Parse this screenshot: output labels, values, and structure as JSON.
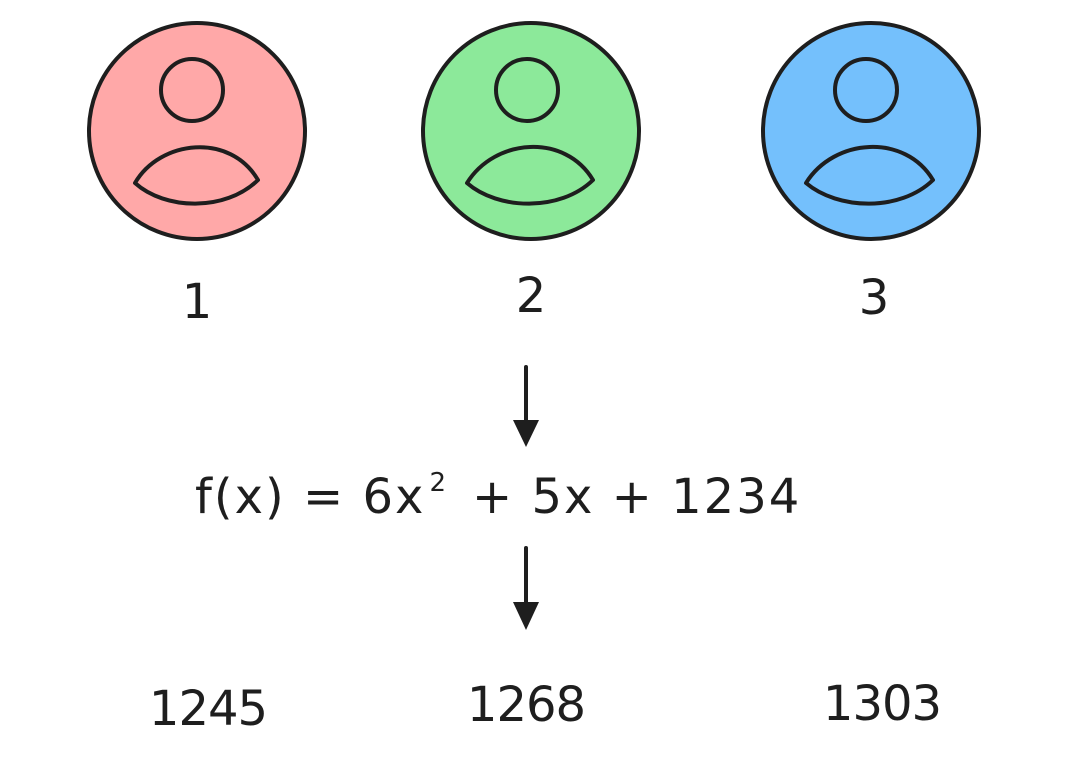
{
  "users": [
    {
      "label": "1",
      "color": "#ffa8a8",
      "icon": "user-icon"
    },
    {
      "label": "2",
      "color": "#8ce99a",
      "icon": "user-icon"
    },
    {
      "label": "3",
      "color": "#74c0fc",
      "icon": "user-icon"
    }
  ],
  "formula": {
    "lhs": "f(x) = 6x",
    "exponent": "2",
    "rhs": "+ 5x + 1234"
  },
  "results": [
    "1245",
    "1268",
    "1303"
  ],
  "arrows": [
    "arrow-down-icon",
    "arrow-down-icon"
  ]
}
